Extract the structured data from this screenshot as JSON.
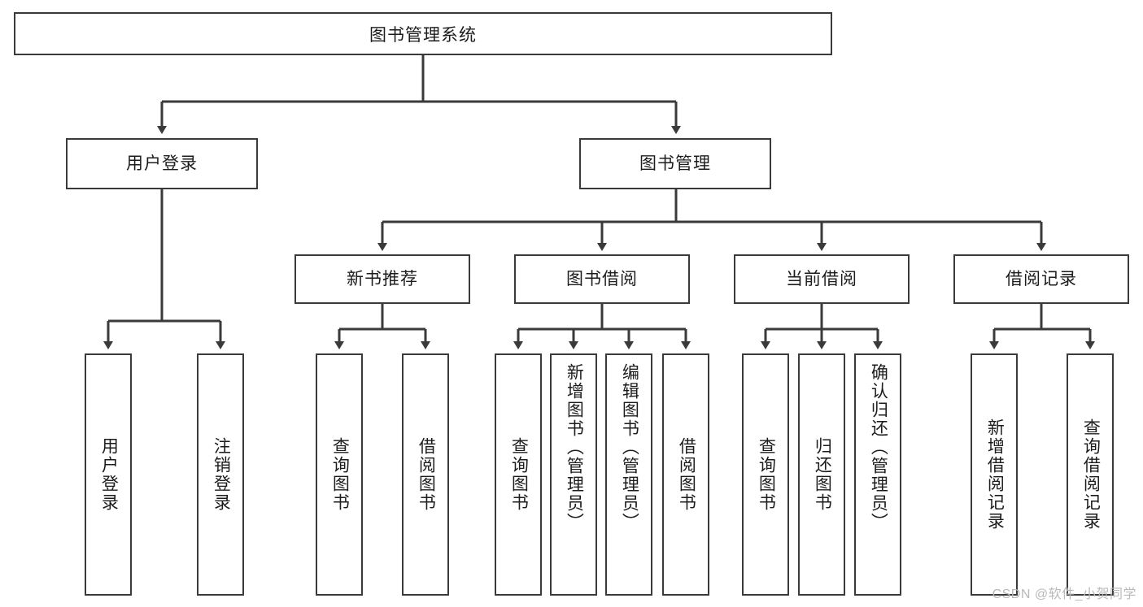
{
  "diagram": {
    "title": "图书管理系统",
    "type": "hierarchy-tree",
    "watermark": "CSDN @软件_小贺同学",
    "colors": {
      "box_border": "#3a3a3a",
      "box_fill": "#ffffff",
      "text": "#1c1c1c",
      "connector": "#3a3a3a",
      "watermark": "#b9b9b9",
      "background": "#ffffff"
    },
    "root": {
      "label": "图书管理系统"
    },
    "level2": [
      {
        "label": "用户登录"
      },
      {
        "label": "图书管理"
      }
    ],
    "level3": [
      {
        "label": "新书推荐"
      },
      {
        "label": "图书借阅"
      },
      {
        "label": "当前借阅"
      },
      {
        "label": "借阅记录"
      }
    ],
    "leaves": {
      "user_login": [
        {
          "label": "用户登录"
        },
        {
          "label": "注销登录"
        }
      ],
      "new_book_recommend": [
        {
          "label": "查询图书"
        },
        {
          "label": "借阅图书"
        }
      ],
      "book_borrow": [
        {
          "label": "查询图书"
        },
        {
          "label": "新增图书（管理员）"
        },
        {
          "label": "编辑图书（管理员）"
        },
        {
          "label": "借阅图书"
        }
      ],
      "current_borrow": [
        {
          "label": "查询图书"
        },
        {
          "label": "归还图书"
        },
        {
          "label": "确认归还（管理员）"
        }
      ],
      "borrow_record": [
        {
          "label": "新增借阅记录"
        },
        {
          "label": "查询借阅记录"
        }
      ]
    }
  }
}
